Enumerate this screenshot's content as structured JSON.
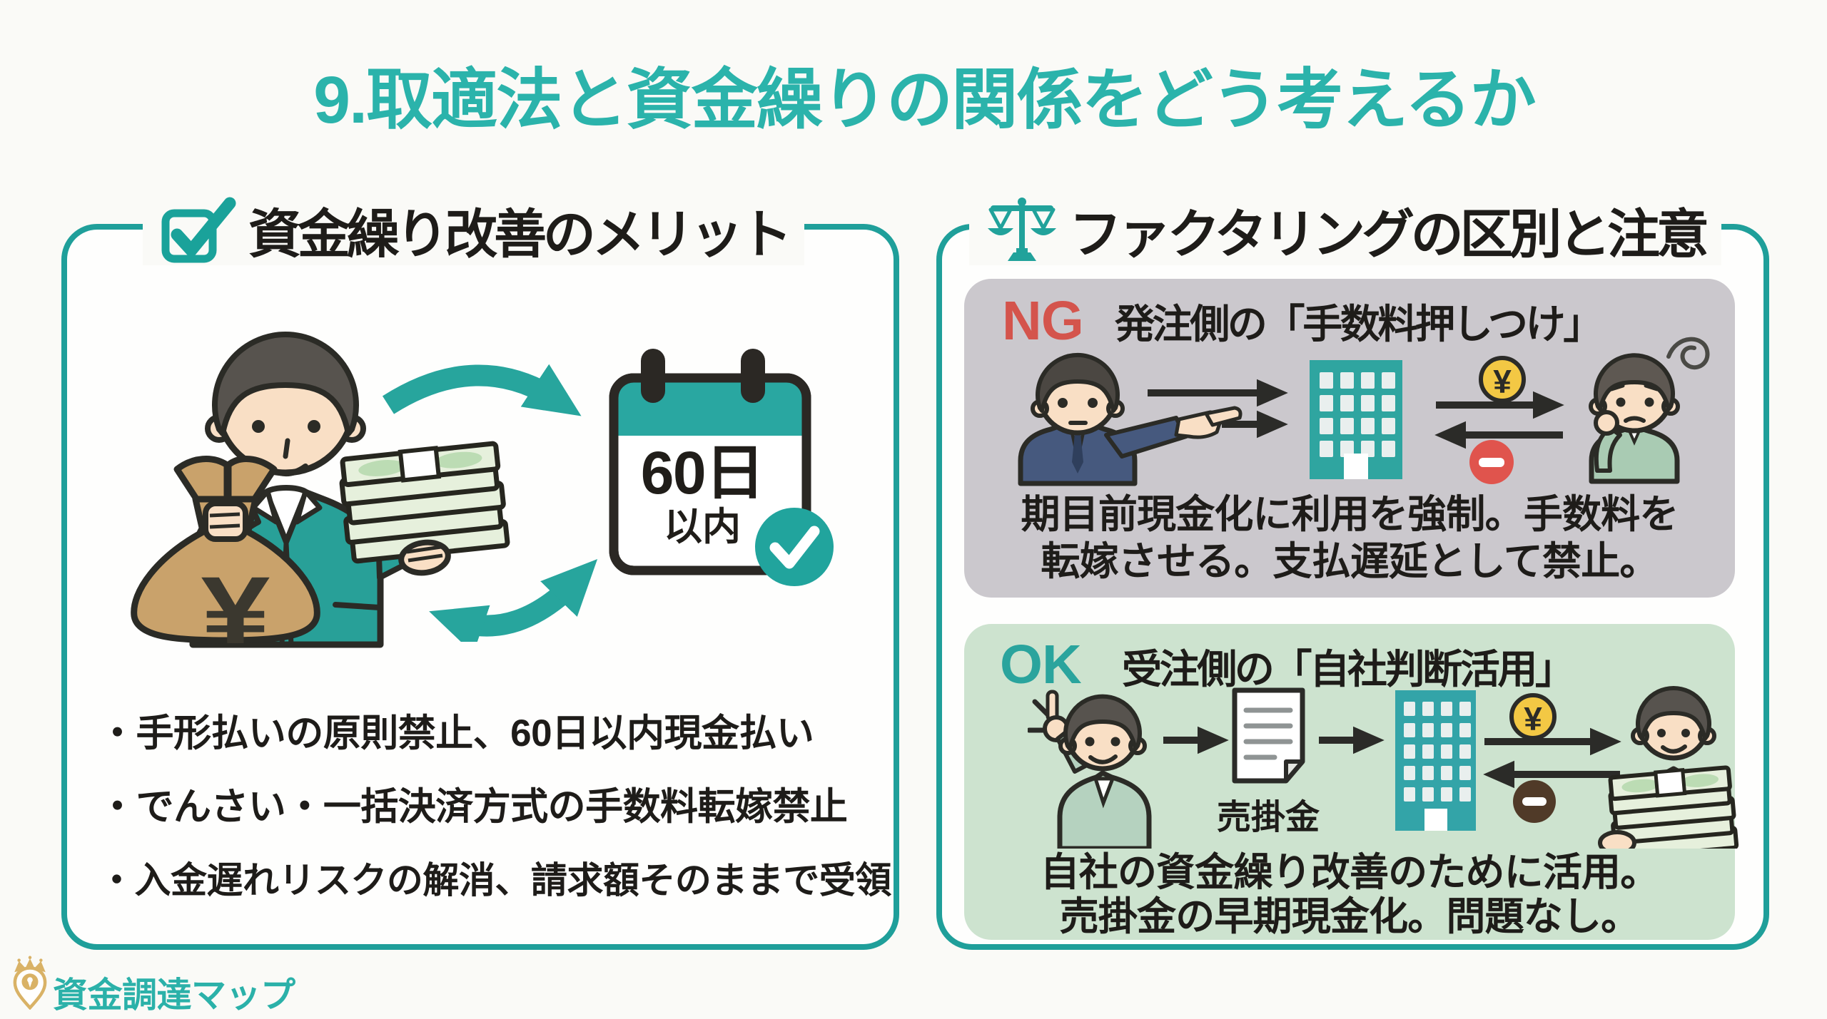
{
  "title": {
    "text": "9.取適法と資金繰りの関係をどう考えるか",
    "color": "#2BB3AB"
  },
  "colors": {
    "background": "#FAFAF7",
    "accent_teal": "#2BB3AB",
    "panel_border": "#1F9F9A",
    "ng_red": "#D4544C",
    "ok_teal": "#2AA49D",
    "ng_box_background": "#CBC8CD",
    "ok_box_background": "#CDE3CF"
  },
  "left_panel": {
    "legend": {
      "icon": "checkbox-check-icon",
      "title": "資金繰り改善のメリット"
    },
    "illustration": {
      "moneybag_symbol": "¥",
      "calendar": {
        "days": "60日",
        "within": "以内"
      }
    },
    "bullets": [
      "・手形払いの原則禁止、60日以内現金払い",
      "・でんさい・一括決済方式の手数料転嫁禁止",
      "・入金遅れリスクの解消、請求額そのままで受領"
    ]
  },
  "right_panel": {
    "legend": {
      "icon": "balance-scale-icon",
      "title": "ファクタリングの区別と注意"
    },
    "ng_section": {
      "badge": "NG",
      "heading": "発注側の「手数料押しつけ」",
      "coin_symbol": "¥",
      "description_line1": "期目前現金化に利用を強制。手数料を",
      "description_line2": "転嫁させる。支払遅延として禁止。"
    },
    "ok_section": {
      "badge": "OK",
      "heading": "受注側の「自社判断活用」",
      "coin_symbol": "¥",
      "document_label": "売掛金",
      "description_line1": "自社の資金繰り改善のために活用。",
      "description_line2": "売掛金の早期現金化。問題なし。"
    }
  },
  "footer": {
    "logo_text": "資金調達マップ"
  }
}
